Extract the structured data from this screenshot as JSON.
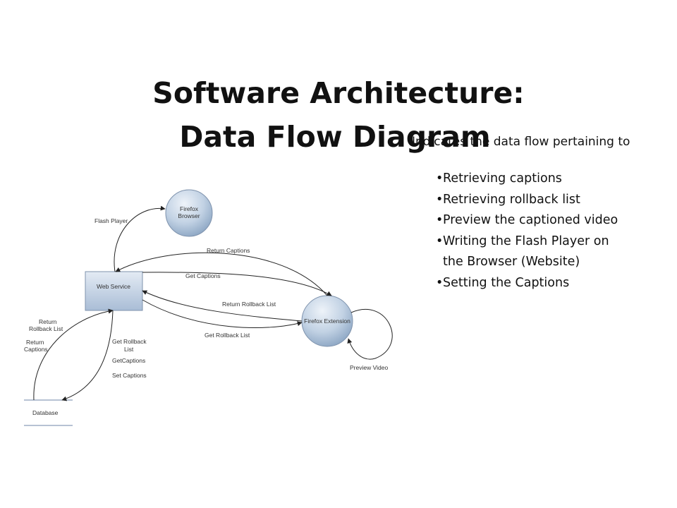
{
  "title": {
    "line1": "Software Architecture:",
    "line2": "Data Flow Diagram"
  },
  "intro": "Indicates the data flow pertaining to",
  "bullets": [
    {
      "text": "Retrieving captions",
      "cont": ""
    },
    {
      "text": "Retrieving rollback list",
      "cont": ""
    },
    {
      "text": "Preview the captioned video",
      "cont": ""
    },
    {
      "text": "Writing the Flash Player on",
      "cont": "the Browser (Website)"
    },
    {
      "text": "Setting the Captions",
      "cont": ""
    }
  ],
  "diagram": {
    "nodes": {
      "firefox_browser": [
        "Firefox",
        "Browser"
      ],
      "web_service": "Web Service",
      "firefox_extension": "Firefox Extension",
      "database": "Database"
    },
    "flows": {
      "flash_player": "Flash Player",
      "return_captions_top": "Return Captions",
      "get_captions_top": "Get Captions",
      "return_rollback_list_mid": "Return Rollback List",
      "get_rollback_list_mid": "Get Rollback List",
      "preview_video": "Preview Video",
      "return_rollback_list_left": [
        "Return",
        "Rollback List"
      ],
      "return_captions_left": [
        "Return",
        "Captions"
      ],
      "get_rollback_list_db": [
        "Get Rollback",
        "List"
      ],
      "get_captions_db": "GetCaptions",
      "set_captions_db": "Set Captions"
    },
    "colors": {
      "node_fill_light": "#dbe5f1",
      "node_fill_dark": "#8aa4c2",
      "node_stroke": "#7f93ad",
      "arrow": "#222222",
      "database_line": "#6f86a8"
    }
  }
}
